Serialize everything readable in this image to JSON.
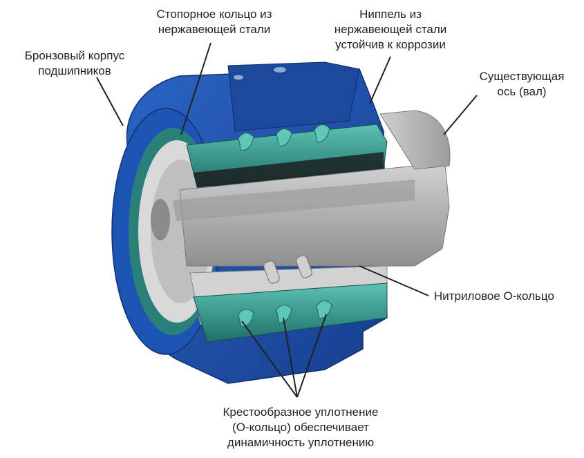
{
  "labels": {
    "bronze_housing": "Бронзовый корпус\nподшипников",
    "retaining_ring": "Стопорное кольцо из\nнержавеющей стали",
    "nipple": "Ниппель из\nнержавеющей стали\nустойчив к коррозии",
    "existing_shaft": "Существующая\nось (вал)",
    "nitrile_oring": "Нитриловое О-кольцо",
    "cross_seal": "Крестообразное уплотнение\n(О-кольцо) обеспечивает\nдинамичность уплотнению"
  },
  "colors": {
    "housing_blue": "#1f4fa8",
    "housing_dark": "#153a80",
    "seal_teal": "#2a7f7a",
    "seal_light": "#4fb3a5",
    "shaft_gray": "#b9b9b9",
    "leader": "#231f20"
  }
}
